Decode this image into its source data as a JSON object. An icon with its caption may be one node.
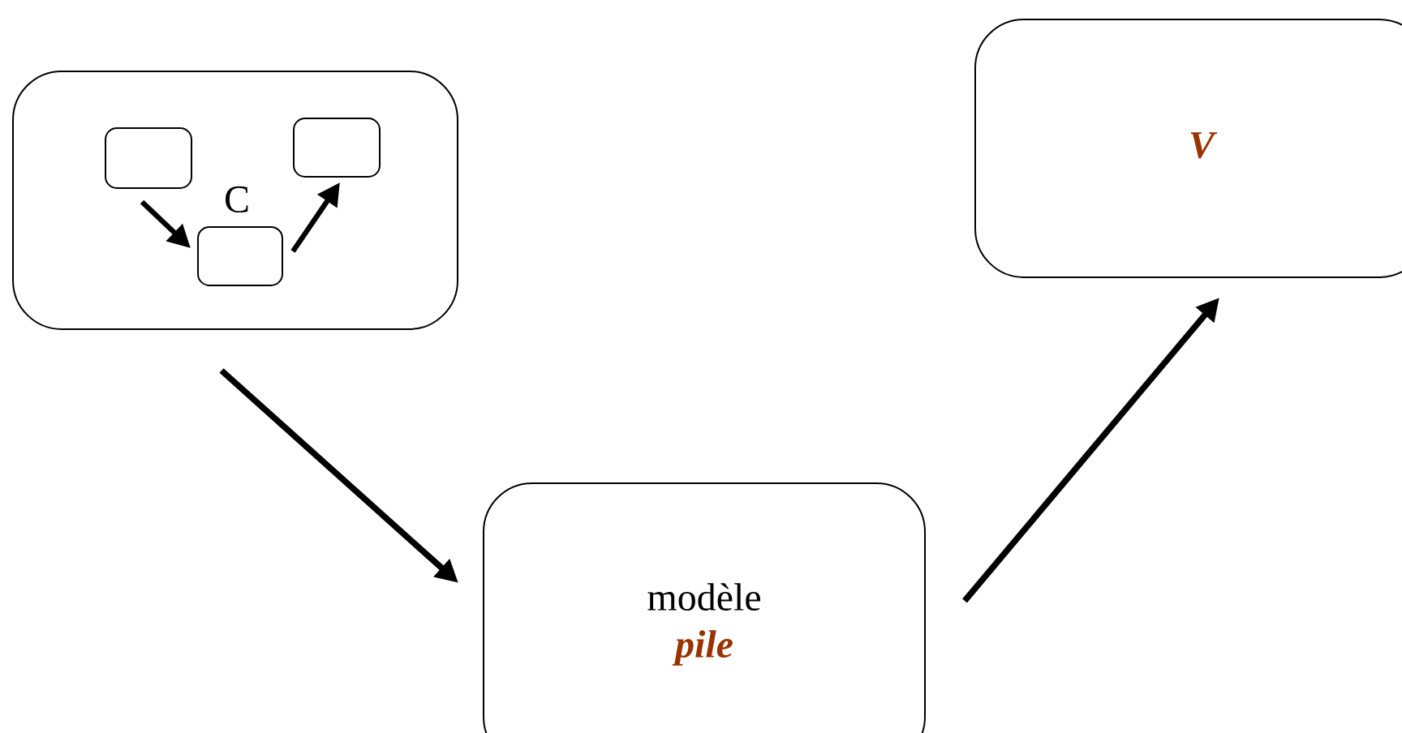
{
  "diagram": {
    "nodes": [
      {
        "text": [],
        "shape": "box"
      },
      {
        "text": [],
        "shape": "box",
        "in": 0
      },
      {
        "text": [],
        "shape": "box",
        "in": 0
      },
      {
        "text": [],
        "shape": "box",
        "in": 0
      },
      {
        "text": [
          "modèle",
          "pile"
        ]
      },
      {
        "text": [
          "V"
        ]
      }
    ],
    "edges": [
      {
        "from": 1,
        "to": 2,
        "arrow": "to"
      },
      {
        "from": 2,
        "to": 3,
        "arrow": "to"
      },
      {
        "from": 0,
        "to": 4,
        "arrow": "to"
      },
      {
        "from": 4,
        "to": 5,
        "arrow": "to"
      }
    ],
    "labels": [
      "C"
    ]
  }
}
